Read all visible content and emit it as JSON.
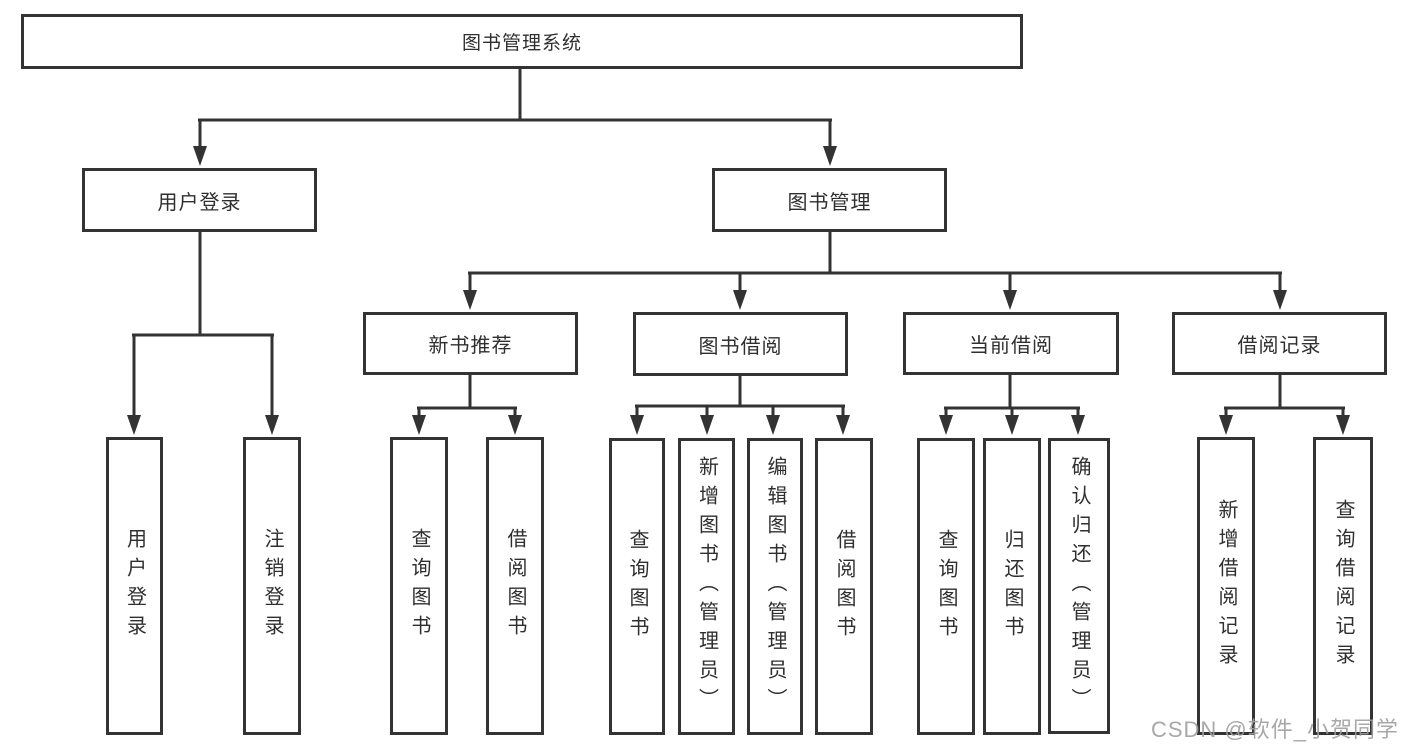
{
  "diagram": {
    "title_node": "图书管理系统",
    "watermark": "CSDN @软件_小贺同学",
    "colors": {
      "line": "#333333",
      "box_border": "#333333",
      "box_fill": "#ffffff",
      "text": "#2f2f2f",
      "watermark": "#9e9e9e"
    },
    "nodes": {
      "root": "图书管理系统",
      "user_login": "用户登录",
      "book_mgmt": "图书管理",
      "new_books": "新书推荐",
      "book_borrow": "图书借阅",
      "current_borrow": "当前借阅",
      "borrow_records": "借阅记录",
      "leaf_user_login": "用户登录",
      "leaf_logout": "注销登录",
      "leaf_nb_query": "查询图书",
      "leaf_nb_borrow": "借阅图书",
      "leaf_bb_query": "查询图书",
      "leaf_bb_add": "新增图书（管理员）",
      "leaf_bb_edit": "编辑图书（管理员）",
      "leaf_bb_borrow": "借阅图书",
      "leaf_cb_query": "查询图书",
      "leaf_cb_return": "归还图书",
      "leaf_cb_confirm": "确认归还（管理员）",
      "leaf_br_add": "新增借阅记录",
      "leaf_br_query": "查询借阅记录"
    },
    "hierarchy": {
      "图书管理系统": {
        "用户登录": [
          "用户登录",
          "注销登录"
        ],
        "图书管理": {
          "新书推荐": [
            "查询图书",
            "借阅图书"
          ],
          "图书借阅": [
            "查询图书",
            "新增图书（管理员）",
            "编辑图书（管理员）",
            "借阅图书"
          ],
          "当前借阅": [
            "查询图书",
            "归还图书",
            "确认归还（管理员）"
          ],
          "借阅记录": [
            "新增借阅记录",
            "查询借阅记录"
          ]
        }
      }
    }
  }
}
